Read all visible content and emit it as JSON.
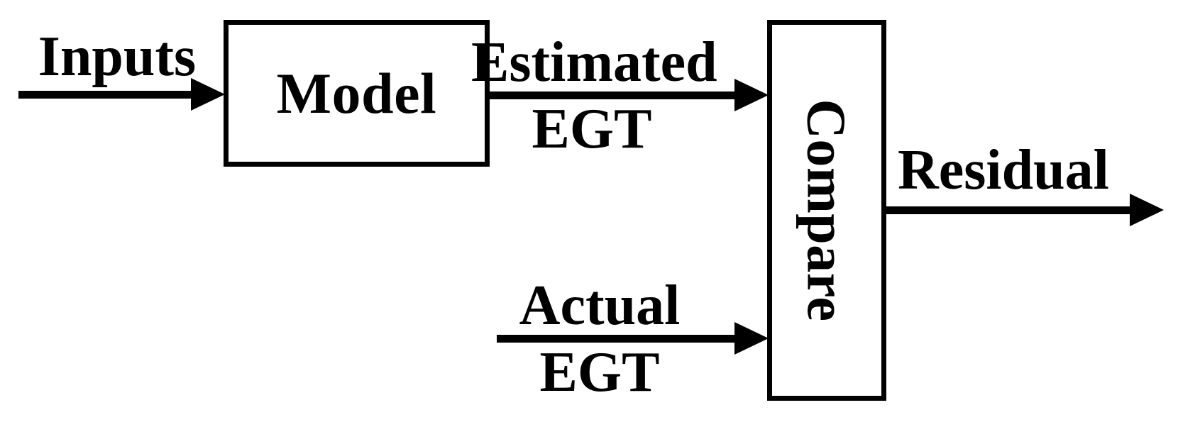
{
  "diagram": {
    "title": "Model-based EGT residual generation block diagram",
    "stroke_color": "#000000",
    "background_color": "#ffffff",
    "blocks": [
      {
        "id": "model",
        "label": "Model",
        "orientation": "horizontal"
      },
      {
        "id": "compare",
        "label": "Compare",
        "orientation": "vertical-rotated-90"
      }
    ],
    "flows": [
      {
        "id": "inputs",
        "label": "Inputs",
        "sublabel": "",
        "from": "external",
        "to": "model",
        "direction": "right"
      },
      {
        "id": "estimated-egt",
        "label": "Estimated",
        "sublabel": "EGT",
        "from": "model",
        "to": "compare",
        "direction": "right"
      },
      {
        "id": "actual-egt",
        "label": "Actual",
        "sublabel": "EGT",
        "from": "external",
        "to": "compare",
        "direction": "right"
      },
      {
        "id": "residual",
        "label": "Residual",
        "sublabel": "",
        "from": "compare",
        "to": "external",
        "direction": "right"
      }
    ]
  }
}
